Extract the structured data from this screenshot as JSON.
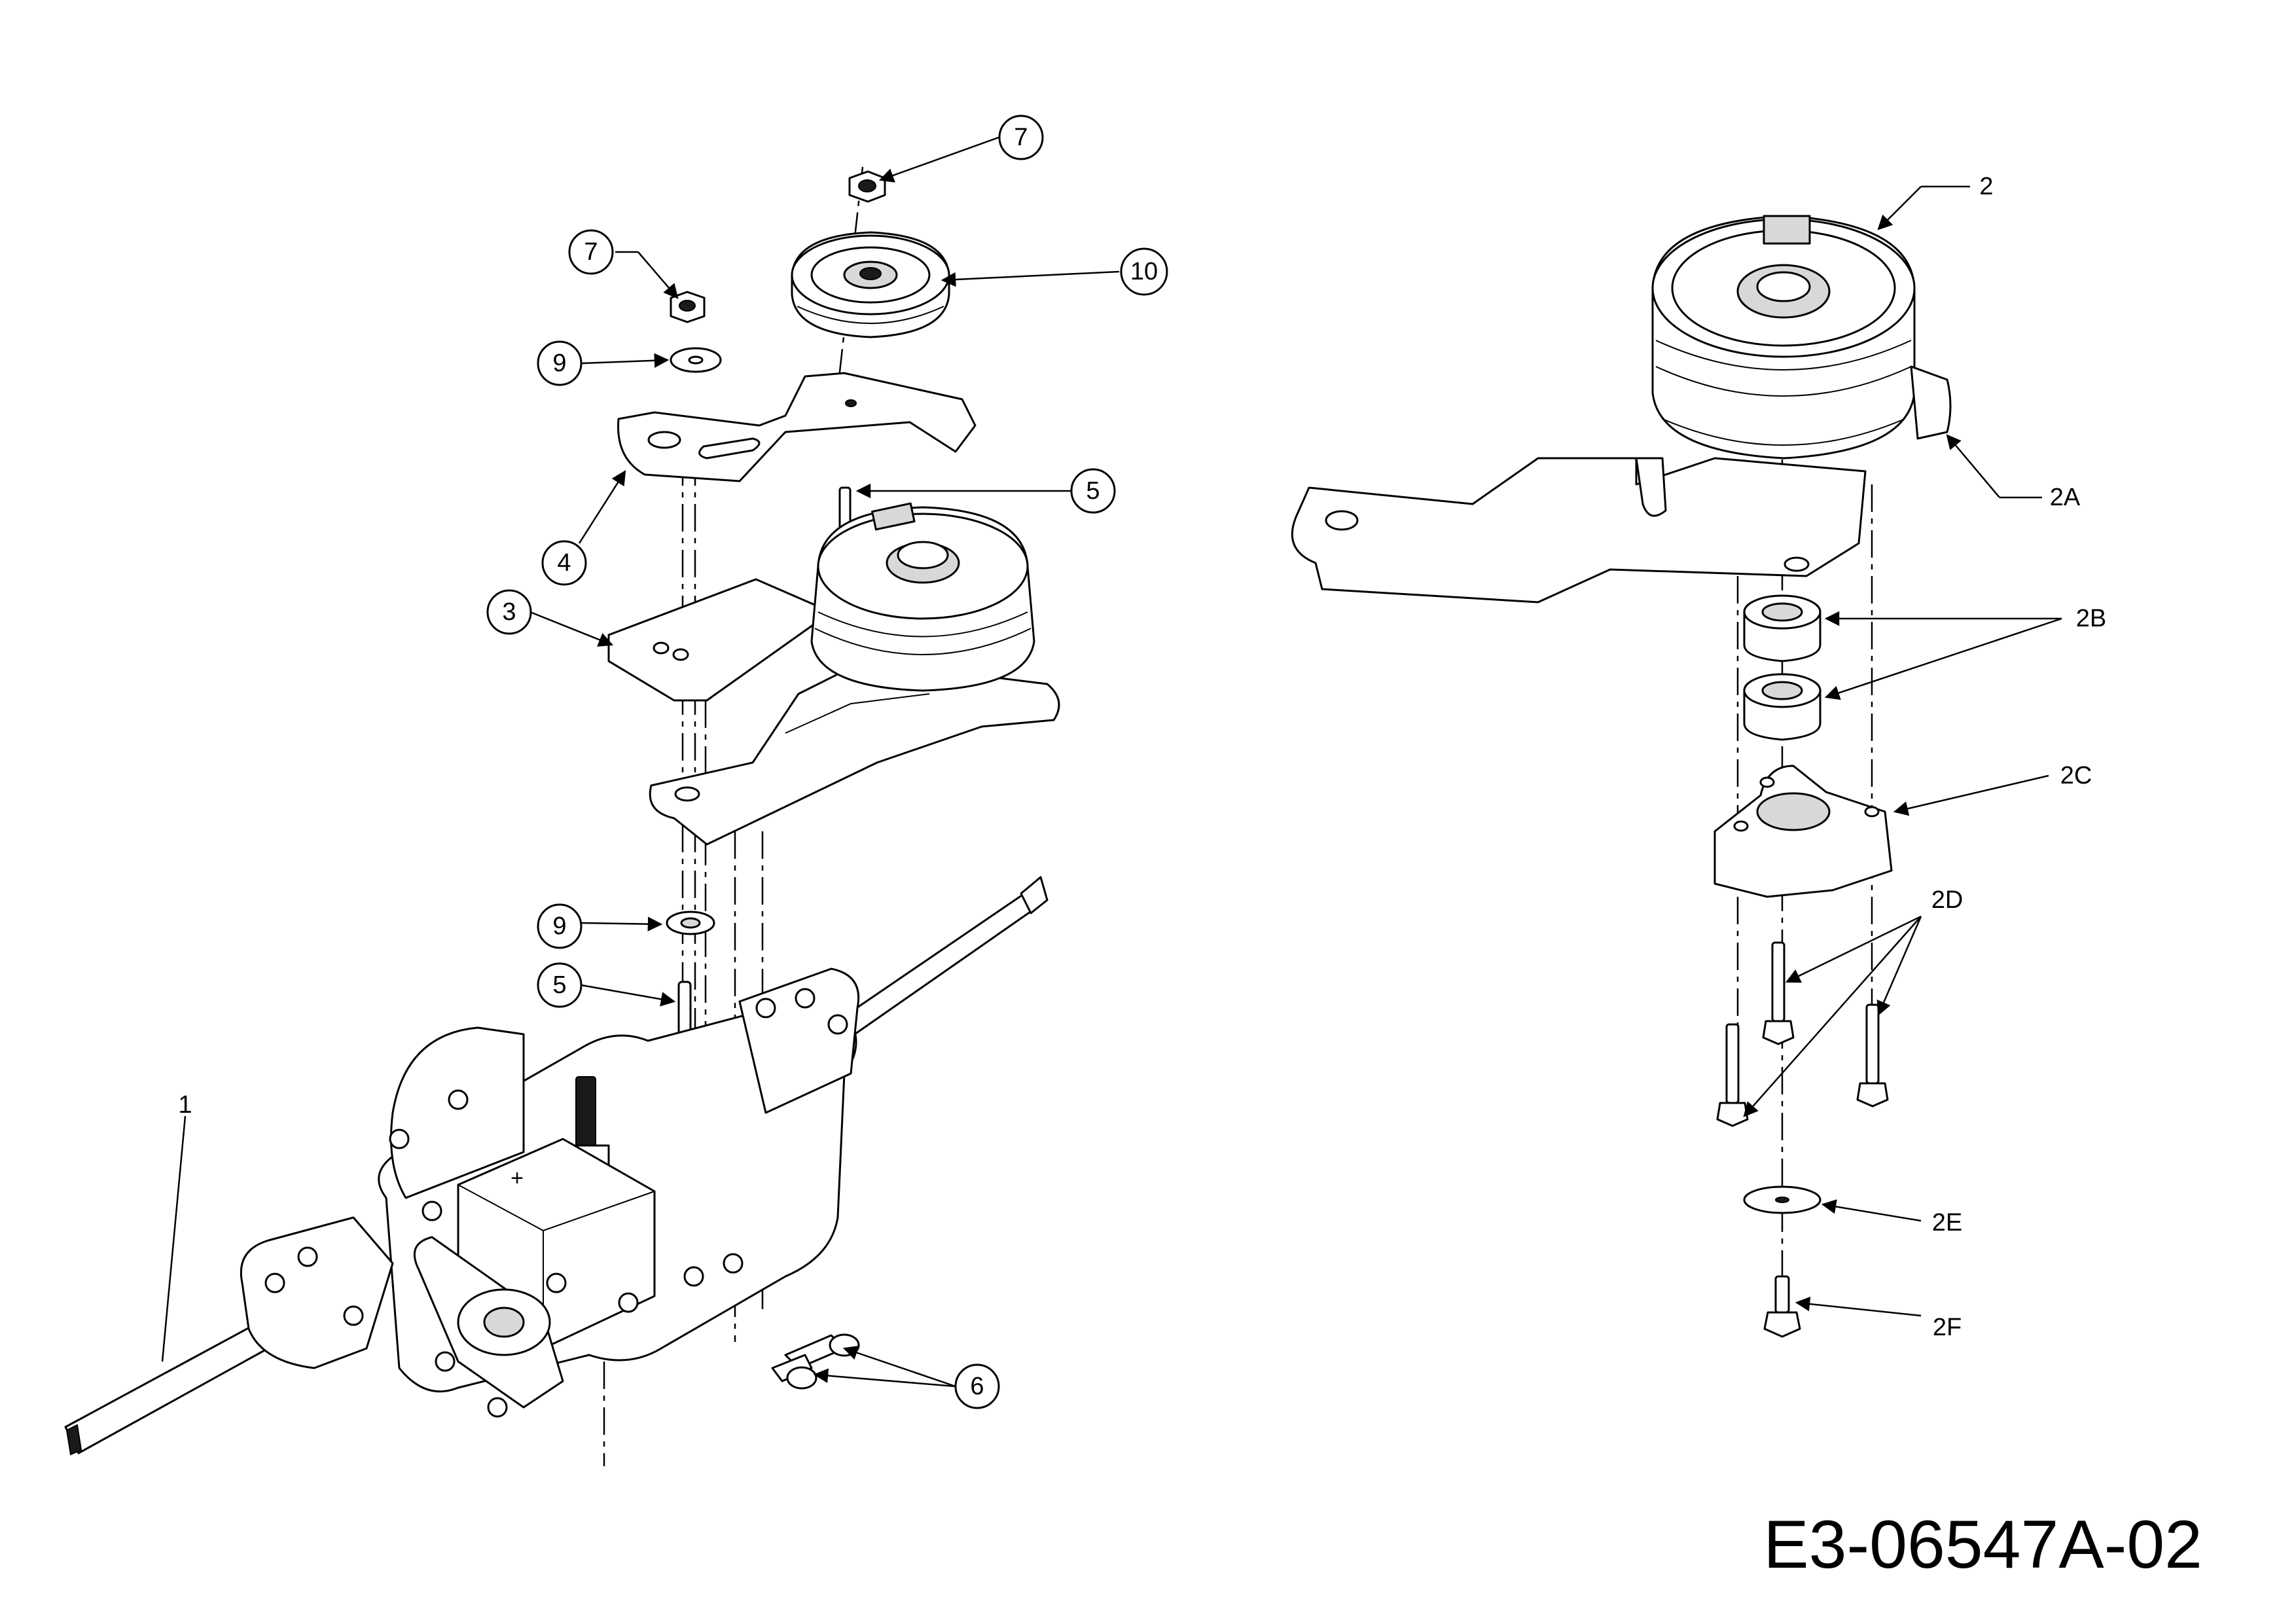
{
  "drawing_number": "E3-06547A-02",
  "callouts": {
    "c1": "1",
    "c2": "2",
    "c2A": "2A",
    "c2B": "2B",
    "c2C": "2C",
    "c2D": "2D",
    "c2E": "2E",
    "c2F": "2F",
    "c3": "3",
    "c4": "4",
    "c5_upper": "5",
    "c5_lower": "5",
    "c6": "6",
    "c7_top": "7",
    "c7_left": "7",
    "c9_upper": "9",
    "c9_lower": "9",
    "c10": "10"
  }
}
